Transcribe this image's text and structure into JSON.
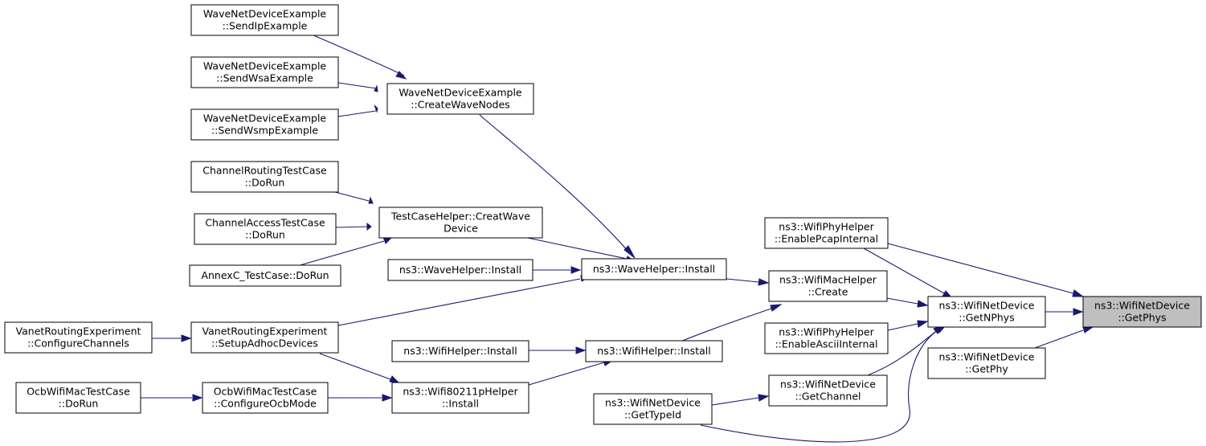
{
  "graph": {
    "colors": {
      "edge": "#191970",
      "node_border": "#000000",
      "node_fill": "#ffffff",
      "focus_fill": "#bfbfbf"
    },
    "nodes": [
      {
        "id": "sendip",
        "lines": [
          "WaveNetDeviceExample",
          "::SendIpExample"
        ]
      },
      {
        "id": "sendwsa",
        "lines": [
          "WaveNetDeviceExample",
          "::SendWsaExample"
        ]
      },
      {
        "id": "sendwsmp",
        "lines": [
          "WaveNetDeviceExample",
          "::SendWsmpExample"
        ]
      },
      {
        "id": "createwave",
        "lines": [
          "WaveNetDeviceExample",
          "::CreateWaveNodes"
        ]
      },
      {
        "id": "chanrouting",
        "lines": [
          "ChannelRoutingTestCase",
          "::DoRun"
        ]
      },
      {
        "id": "chanaccess",
        "lines": [
          "ChannelAccessTestCase",
          "::DoRun"
        ]
      },
      {
        "id": "annexc",
        "lines": [
          "AnnexC_TestCase::DoRun"
        ]
      },
      {
        "id": "tchelper",
        "lines": [
          "TestCaseHelper::CreatWave",
          "Device"
        ]
      },
      {
        "id": "wavehelper2",
        "lines": [
          "ns3::WaveHelper::Install"
        ]
      },
      {
        "id": "wavehelper",
        "lines": [
          "ns3::WaveHelper::Install"
        ]
      },
      {
        "id": "vanetconf",
        "lines": [
          "VanetRoutingExperiment",
          "::ConfigureChannels"
        ]
      },
      {
        "id": "vanetsetup",
        "lines": [
          "VanetRoutingExperiment",
          "::SetupAdhocDevices"
        ]
      },
      {
        "id": "wifihelper2",
        "lines": [
          "ns3::WifiHelper::Install"
        ]
      },
      {
        "id": "wifihelper",
        "lines": [
          "ns3::WifiHelper::Install"
        ]
      },
      {
        "id": "ocbdorun",
        "lines": [
          "OcbWifiMacTestCase",
          "::DoRun"
        ]
      },
      {
        "id": "ocbconf",
        "lines": [
          "OcbWifiMacTestCase",
          "::ConfigureOcbMode"
        ]
      },
      {
        "id": "wifi80211p",
        "lines": [
          "ns3::Wifi80211pHelper",
          "::Install"
        ]
      },
      {
        "id": "gettypeid",
        "lines": [
          "ns3::WifiNetDevice",
          "::GetTypeId"
        ]
      },
      {
        "id": "pcap",
        "lines": [
          "ns3::WifiPhyHelper",
          "::EnablePcapInternal"
        ]
      },
      {
        "id": "machelper",
        "lines": [
          "ns3::WifiMacHelper",
          "::Create"
        ]
      },
      {
        "id": "ascii",
        "lines": [
          "ns3::WifiPhyHelper",
          "::EnableAsciiInternal"
        ]
      },
      {
        "id": "getchannel",
        "lines": [
          "ns3::WifiNetDevice",
          "::GetChannel"
        ]
      },
      {
        "id": "getnphys",
        "lines": [
          "ns3::WifiNetDevice",
          "::GetNPhys"
        ]
      },
      {
        "id": "getphy",
        "lines": [
          "ns3::WifiNetDevice",
          "::GetPhy"
        ]
      },
      {
        "id": "getphys",
        "lines": [
          "ns3::WifiNetDevice",
          "::GetPhys"
        ],
        "focus": true
      }
    ],
    "edges": [
      {
        "from": "sendip",
        "to": "createwave"
      },
      {
        "from": "sendwsa",
        "to": "createwave"
      },
      {
        "from": "sendwsmp",
        "to": "createwave"
      },
      {
        "from": "createwave",
        "to": "wavehelper"
      },
      {
        "from": "chanrouting",
        "to": "tchelper"
      },
      {
        "from": "chanaccess",
        "to": "tchelper"
      },
      {
        "from": "annexc",
        "to": "tchelper"
      },
      {
        "from": "tchelper",
        "to": "wavehelper"
      },
      {
        "from": "wavehelper2",
        "to": "wavehelper"
      },
      {
        "from": "vanetsetup",
        "to": "wavehelper"
      },
      {
        "from": "vanetconf",
        "to": "vanetsetup"
      },
      {
        "from": "vanetsetup",
        "to": "wifi80211p"
      },
      {
        "from": "ocbdorun",
        "to": "ocbconf"
      },
      {
        "from": "ocbconf",
        "to": "wifi80211p"
      },
      {
        "from": "wifi80211p",
        "to": "wifihelper"
      },
      {
        "from": "wifihelper2",
        "to": "wifihelper"
      },
      {
        "from": "wavehelper",
        "to": "machelper"
      },
      {
        "from": "wifihelper",
        "to": "machelper"
      },
      {
        "from": "gettypeid",
        "to": "getchannel"
      },
      {
        "from": "gettypeid",
        "to": "getnphys"
      },
      {
        "from": "getchannel",
        "to": "getnphys"
      },
      {
        "from": "machelper",
        "to": "getnphys"
      },
      {
        "from": "ascii",
        "to": "getnphys"
      },
      {
        "from": "pcap",
        "to": "getnphys"
      },
      {
        "from": "pcap",
        "to": "getphys"
      },
      {
        "from": "getnphys",
        "to": "getphys"
      },
      {
        "from": "getphy",
        "to": "getphys"
      }
    ]
  }
}
